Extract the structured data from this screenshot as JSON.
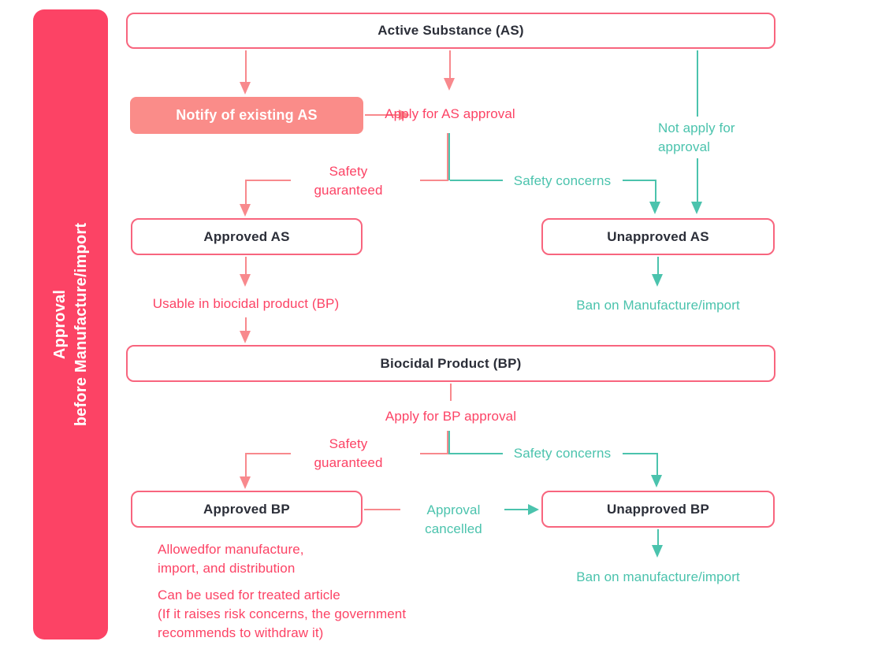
{
  "banner": {
    "line1": "Approval",
    "line2": "before Manufacture/import"
  },
  "nodes": {
    "active_substance": "Active Substance (AS)",
    "notify_existing": "Notify of existing AS",
    "approved_as": "Approved AS",
    "unapproved_as": "Unapproved AS",
    "biocidal_product": "Biocidal Product (BP)",
    "approved_bp": "Approved BP",
    "unapproved_bp": "Unapproved BP"
  },
  "labels": {
    "apply_as": "Apply for AS approval",
    "not_apply": {
      "line1": "Not apply for",
      "line2": "approval"
    },
    "safety_guaranteed": {
      "line1": "Safety",
      "line2": "guaranteed"
    },
    "safety_concerns": "Safety concerns",
    "usable_in_bp": "Usable in biocidal product (BP)",
    "ban_upper": "Ban on Manufacture/import",
    "apply_bp": "Apply for BP approval",
    "approval_cancelled": {
      "line1": "Approval",
      "line2": "cancelled"
    },
    "ban_lower": "Ban on manufacture/import",
    "approved_bp_note1": {
      "line1": "Allowedfor manufacture,",
      "line2": "import, and distribution"
    },
    "approved_bp_note2": {
      "line1": "Can be used for treated article",
      "line2": "(If it raises risk concerns, the government",
      "line3": "recommends to withdraw it)"
    }
  },
  "colors": {
    "banner_fill": "#FC4365",
    "pink_text": "#FC4365",
    "salmon_line": "#F8898D",
    "box_border": "#F8657E",
    "notify_fill": "#FA8C89",
    "teal": "#4BC3AD",
    "dark_text": "#2B2E38"
  }
}
